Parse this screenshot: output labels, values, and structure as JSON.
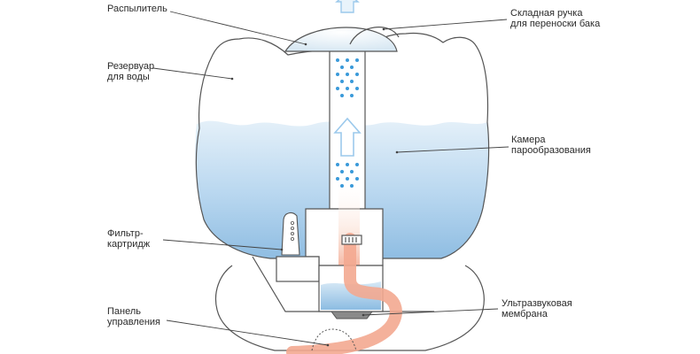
{
  "labels": {
    "sprayer": "Распылитель",
    "handle_line1": "Складная ручка",
    "handle_line2": "для переноски бака",
    "reservoir_line1": "Резервуар",
    "reservoir_line2": "для воды",
    "chamber_line1": "Камера",
    "chamber_line2": "парообразования",
    "filter_line1": "Фильтр-",
    "filter_line2": "картридж",
    "membrane_line1": "Ультразвуковая",
    "membrane_line2": "мембрана",
    "panel_line1": "Панель",
    "panel_line2": "управления"
  },
  "colors": {
    "outline": "#555555",
    "water_top": "#dcebf6",
    "water_bottom": "#8fbde2",
    "dots": "#3a9ad9",
    "mist_arrow": "#9cc9ec",
    "warm_flow": "#f3a890",
    "leader": "#444444"
  }
}
